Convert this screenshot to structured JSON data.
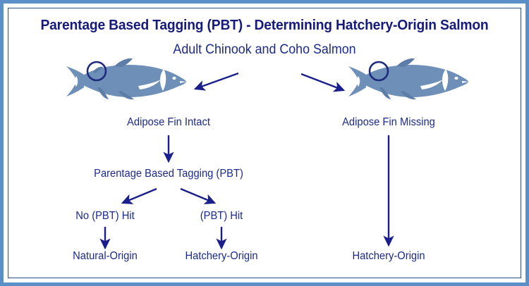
{
  "frame": {
    "outer_border_color": "#5b8fc7",
    "inner_border_color": "#2d4f8e",
    "background_color": "#ffffff"
  },
  "colors": {
    "title_navy": "#151a7b",
    "text_navy": "#1b2a8a",
    "fish_body": "#6e8fb8",
    "fish_shade": "#5c7da8",
    "arrow_navy": "#1a1f8c",
    "circle_navy": "#1d2b7d"
  },
  "header": {
    "title": "Parentage Based Tagging (PBT) - Determining Hatchery-Origin Salmon",
    "subtitle": "Adult Chinook and Coho Salmon"
  },
  "diagram": {
    "type": "flowchart",
    "illustrations": [
      {
        "name": "salmon-fin-intact",
        "description": "Adult salmon with adipose fin present, circled",
        "adipose_fin_present": true
      },
      {
        "name": "salmon-fin-missing",
        "description": "Adult salmon with adipose fin clipped, circled",
        "adipose_fin_present": false
      }
    ],
    "left_branch": {
      "condition": "Adipose Fin Intact",
      "test": "Parentage Based Tagging (PBT)",
      "outcomes": [
        {
          "result": "No (PBT) Hit",
          "origin": "Natural-Origin"
        },
        {
          "result": "(PBT) Hit",
          "origin": "Hatchery-Origin"
        }
      ]
    },
    "right_branch": {
      "condition": "Adipose Fin Missing",
      "origin": "Hatchery-Origin"
    }
  }
}
